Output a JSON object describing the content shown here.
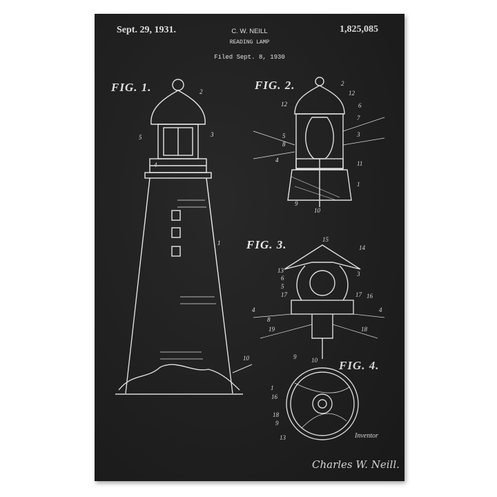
{
  "header": {
    "date": "Sept. 29, 1931.",
    "inventor_name": "C. W. NEILL",
    "title": "READING LAMP",
    "filed": "Filed Sept. 8, 1930",
    "patent_number": "1,825,085"
  },
  "figures": {
    "fig1": "FIG. 1.",
    "fig2": "FIG. 2.",
    "fig3": "FIG. 3.",
    "fig4": "FIG. 4."
  },
  "footer": {
    "inventor_label": "Inventor",
    "signature": "Charles W. Neill."
  },
  "reference_numerals": {
    "fig1": [
      "2",
      "5",
      "3",
      "4",
      "1",
      "10"
    ],
    "fig2": [
      "2",
      "12",
      "6",
      "12",
      "7",
      "5",
      "8",
      "3",
      "4",
      "11",
      "1",
      "9",
      "10"
    ],
    "fig3": [
      "15",
      "14",
      "13",
      "6",
      "5",
      "17",
      "3",
      "17",
      "16",
      "4",
      "4",
      "8",
      "19",
      "18",
      "9",
      "10"
    ],
    "fig4": [
      "1",
      "16",
      "18",
      "9",
      "13"
    ]
  },
  "colors": {
    "background": "#1d1d1d",
    "ink": "#f0f0f0",
    "page": "#ffffff"
  }
}
